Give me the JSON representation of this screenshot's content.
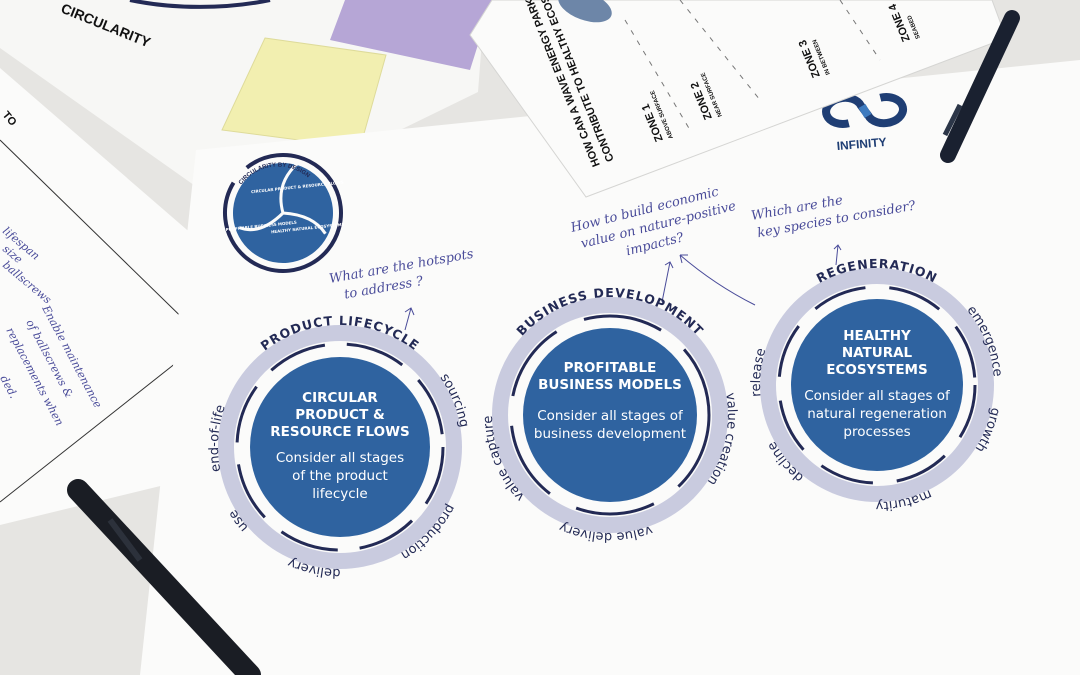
{
  "colors": {
    "table": "#e6e5e2",
    "paper": "#fbfbfa",
    "ring": "#c9cbdf",
    "disc": "#2f63a0",
    "navy": "#232a55",
    "ink": "#4a4c9a",
    "sticky_yellow": "#f2efb0",
    "sticky_purple": "#b6a6d6"
  },
  "top_left_sheet": {
    "title": "CIRCULARITY"
  },
  "left_sheet": {
    "heading_fragment": "TO",
    "notes": [
      "lifespan",
      "size",
      "ballscrews",
      "Enable maintenance",
      "of ballscrews &",
      "replacements when",
      "ded."
    ]
  },
  "zone_sheet": {
    "question_line1": "HOW CAN A WAVE ENERGY PARK",
    "question_line2": "CONTRIBUTE TO HEALTHY ECOSYSTEMS?",
    "zones": [
      {
        "label": "ZONE 1",
        "sub": "ABOVE SURFACE"
      },
      {
        "label": "ZONE 2",
        "sub": "NEAR SURFACE"
      },
      {
        "label": "ZONE 3",
        "sub": "IN BETWEEN"
      },
      {
        "label": "ZONE 4",
        "sub": "SEABED"
      }
    ]
  },
  "main_sheet": {
    "brand": "INFINITY",
    "mini_logo": {
      "title": "CIRCULARITY BY DESIGN",
      "parts": [
        "CIRCULAR PRODUCT & RESOURCE FLOWS",
        "PROFITABLE BUSINESS MODELS",
        "HEALTHY NATURAL ECOSYSTEMS"
      ]
    },
    "notes": [
      {
        "lines": [
          "What are the hotspots",
          "to address ?"
        ]
      },
      {
        "lines": [
          "How to build economic",
          "value on nature-positive",
          "impacts?"
        ]
      },
      {
        "lines": [
          "Which are the",
          "key species to consider?"
        ]
      }
    ],
    "circles": [
      {
        "ring_title": "PRODUCT LIFECYCLE",
        "stages": [
          "sourcing",
          "production",
          "delivery",
          "use",
          "end-of-life"
        ],
        "title_lines": [
          "CIRCULAR",
          "PRODUCT &",
          "RESOURCE FLOWS"
        ],
        "body_lines": [
          "Consider all stages",
          "of the product",
          "lifecycle"
        ]
      },
      {
        "ring_title": "BUSINESS DEVELOPMENT",
        "stages": [
          "value creation",
          "value delivery",
          "value capture"
        ],
        "title_lines": [
          "PROFITABLE",
          "BUSINESS MODELS"
        ],
        "body_lines": [
          "Consider all stages of",
          "business development"
        ]
      },
      {
        "ring_title": "REGENERATION",
        "stages": [
          "emergence",
          "growth",
          "maturity",
          "decline",
          "release"
        ],
        "title_lines": [
          "HEALTHY",
          "NATURAL",
          "ECOSYSTEMS"
        ],
        "body_lines": [
          "Consider all stages of",
          "natural regeneration",
          "processes"
        ]
      }
    ]
  }
}
